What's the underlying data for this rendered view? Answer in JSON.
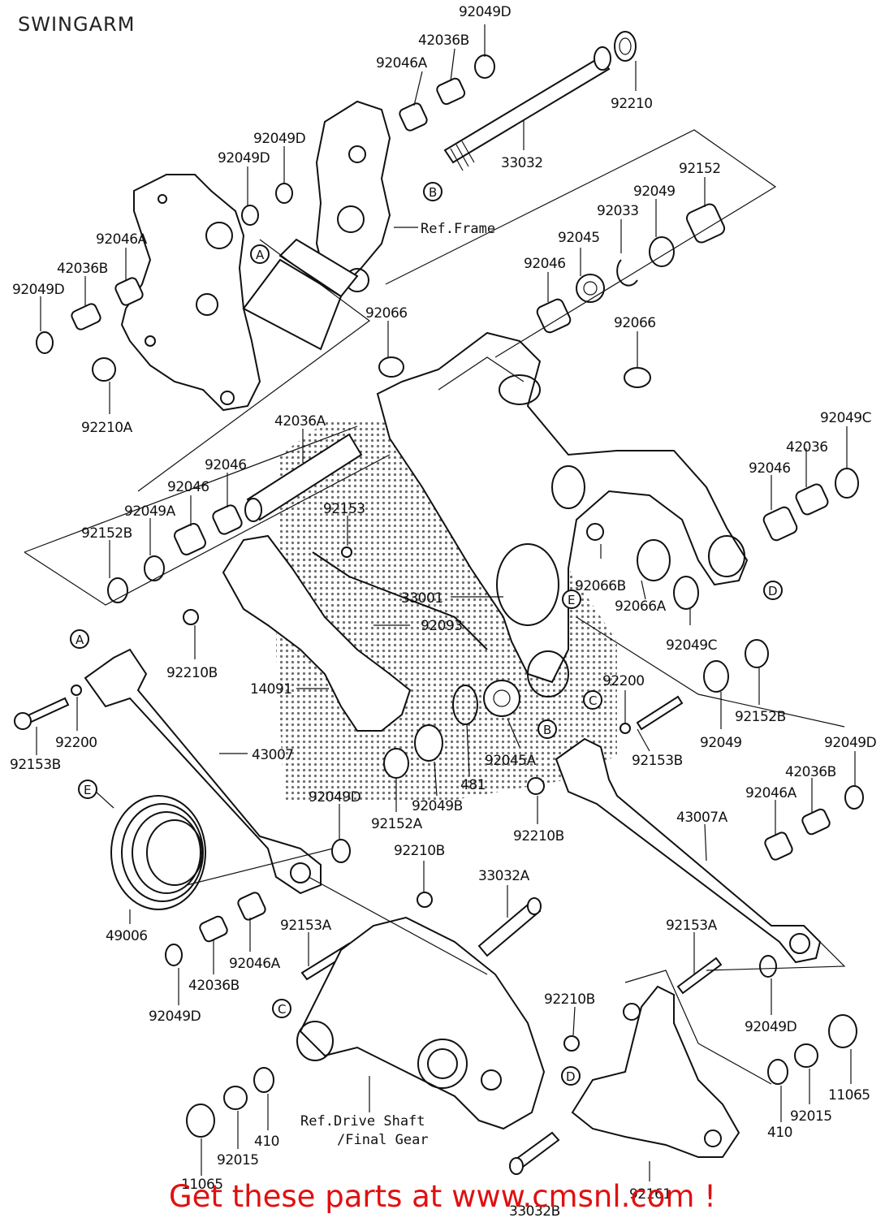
{
  "title": "SWINGARM",
  "promo": "Get these parts at www.cmsnl.com !",
  "references": {
    "frame": "Ref.Frame",
    "drive_shaft_line1": "Ref.Drive Shaft",
    "drive_shaft_line2": "/Final Gear"
  },
  "callouts": [
    "A",
    "B",
    "C",
    "D",
    "E"
  ],
  "part_labels": [
    "92049D",
    "42036B",
    "92046A",
    "92210",
    "33032",
    "92049D",
    "92049D",
    "92152",
    "92049",
    "92033",
    "92045",
    "92046",
    "92046A",
    "42036B",
    "92049D",
    "92066",
    "92066",
    "92210A",
    "42036A",
    "92049C",
    "42036",
    "92046",
    "92046",
    "92046",
    "92153",
    "92049A",
    "92152B",
    "92066B",
    "33001",
    "92093",
    "92066A",
    "92049C",
    "92210B",
    "14091",
    "92200",
    "92152B",
    "92200",
    "92153B",
    "92049",
    "43007",
    "92045A",
    "92153B",
    "481",
    "92049D",
    "42036B",
    "92049D",
    "92049B",
    "92152A",
    "92210B",
    "92046A",
    "43007A",
    "49006",
    "92210B",
    "33032A",
    "92046A",
    "92153A",
    "42036B",
    "92153A",
    "92049D",
    "92210B",
    "92049D",
    "11065",
    "410",
    "92015",
    "410",
    "92015",
    "11065",
    "92161",
    "33032B"
  ]
}
